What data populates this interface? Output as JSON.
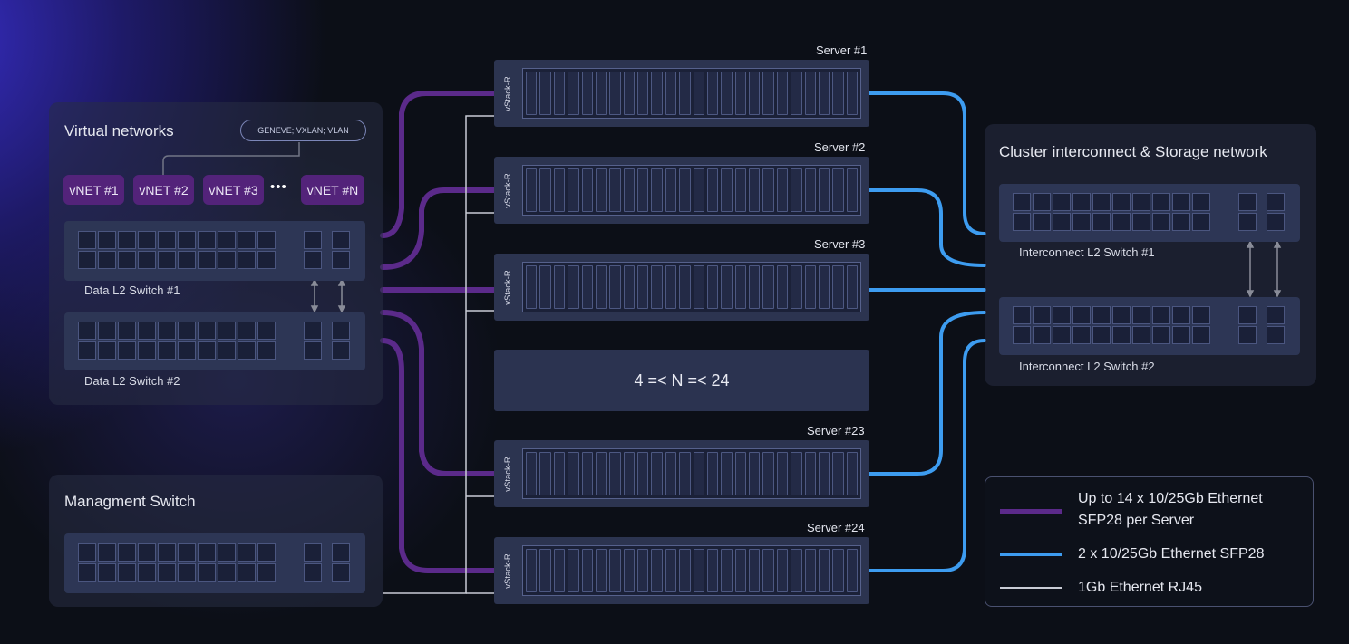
{
  "colors": {
    "purple_link": "#5b2a8a",
    "blue_link": "#3d9cf0",
    "rj45_link": "#c9ccd6",
    "background": "#0c0f17",
    "accent_glow": "#3a2fc8"
  },
  "virtual_networks": {
    "title": "Virtual networks",
    "protocols": "GENEVE; VXLAN; VLAN",
    "vnets": [
      "vNET #1",
      "vNET #2",
      "vNET #3",
      "vNET #N"
    ],
    "ellipsis": "•••",
    "switch1_label": "Data L2 Switch #1",
    "switch2_label": "Data L2 Switch #2"
  },
  "management": {
    "title": "Managment Switch"
  },
  "servers": {
    "vstack_label": "vStack-R",
    "labels": [
      "Server #1",
      "Server #2",
      "Server #3",
      "Server #23",
      "Server #24"
    ],
    "range_text": "4 =< N =< 24"
  },
  "cluster": {
    "title": "Cluster interconnect & Storage network",
    "switch1_label": "Interconnect L2 Switch #1",
    "switch2_label": "Interconnect L2 Switch #2"
  },
  "legend": {
    "items": [
      {
        "label": "Up to 14 x 10/25Gb Ethernet SFP28 per Server",
        "kind": "purple"
      },
      {
        "label": "2 x 10/25Gb Ethernet SFP28",
        "kind": "blue"
      },
      {
        "label": "1Gb Ethernet RJ45",
        "kind": "rj45"
      }
    ]
  }
}
